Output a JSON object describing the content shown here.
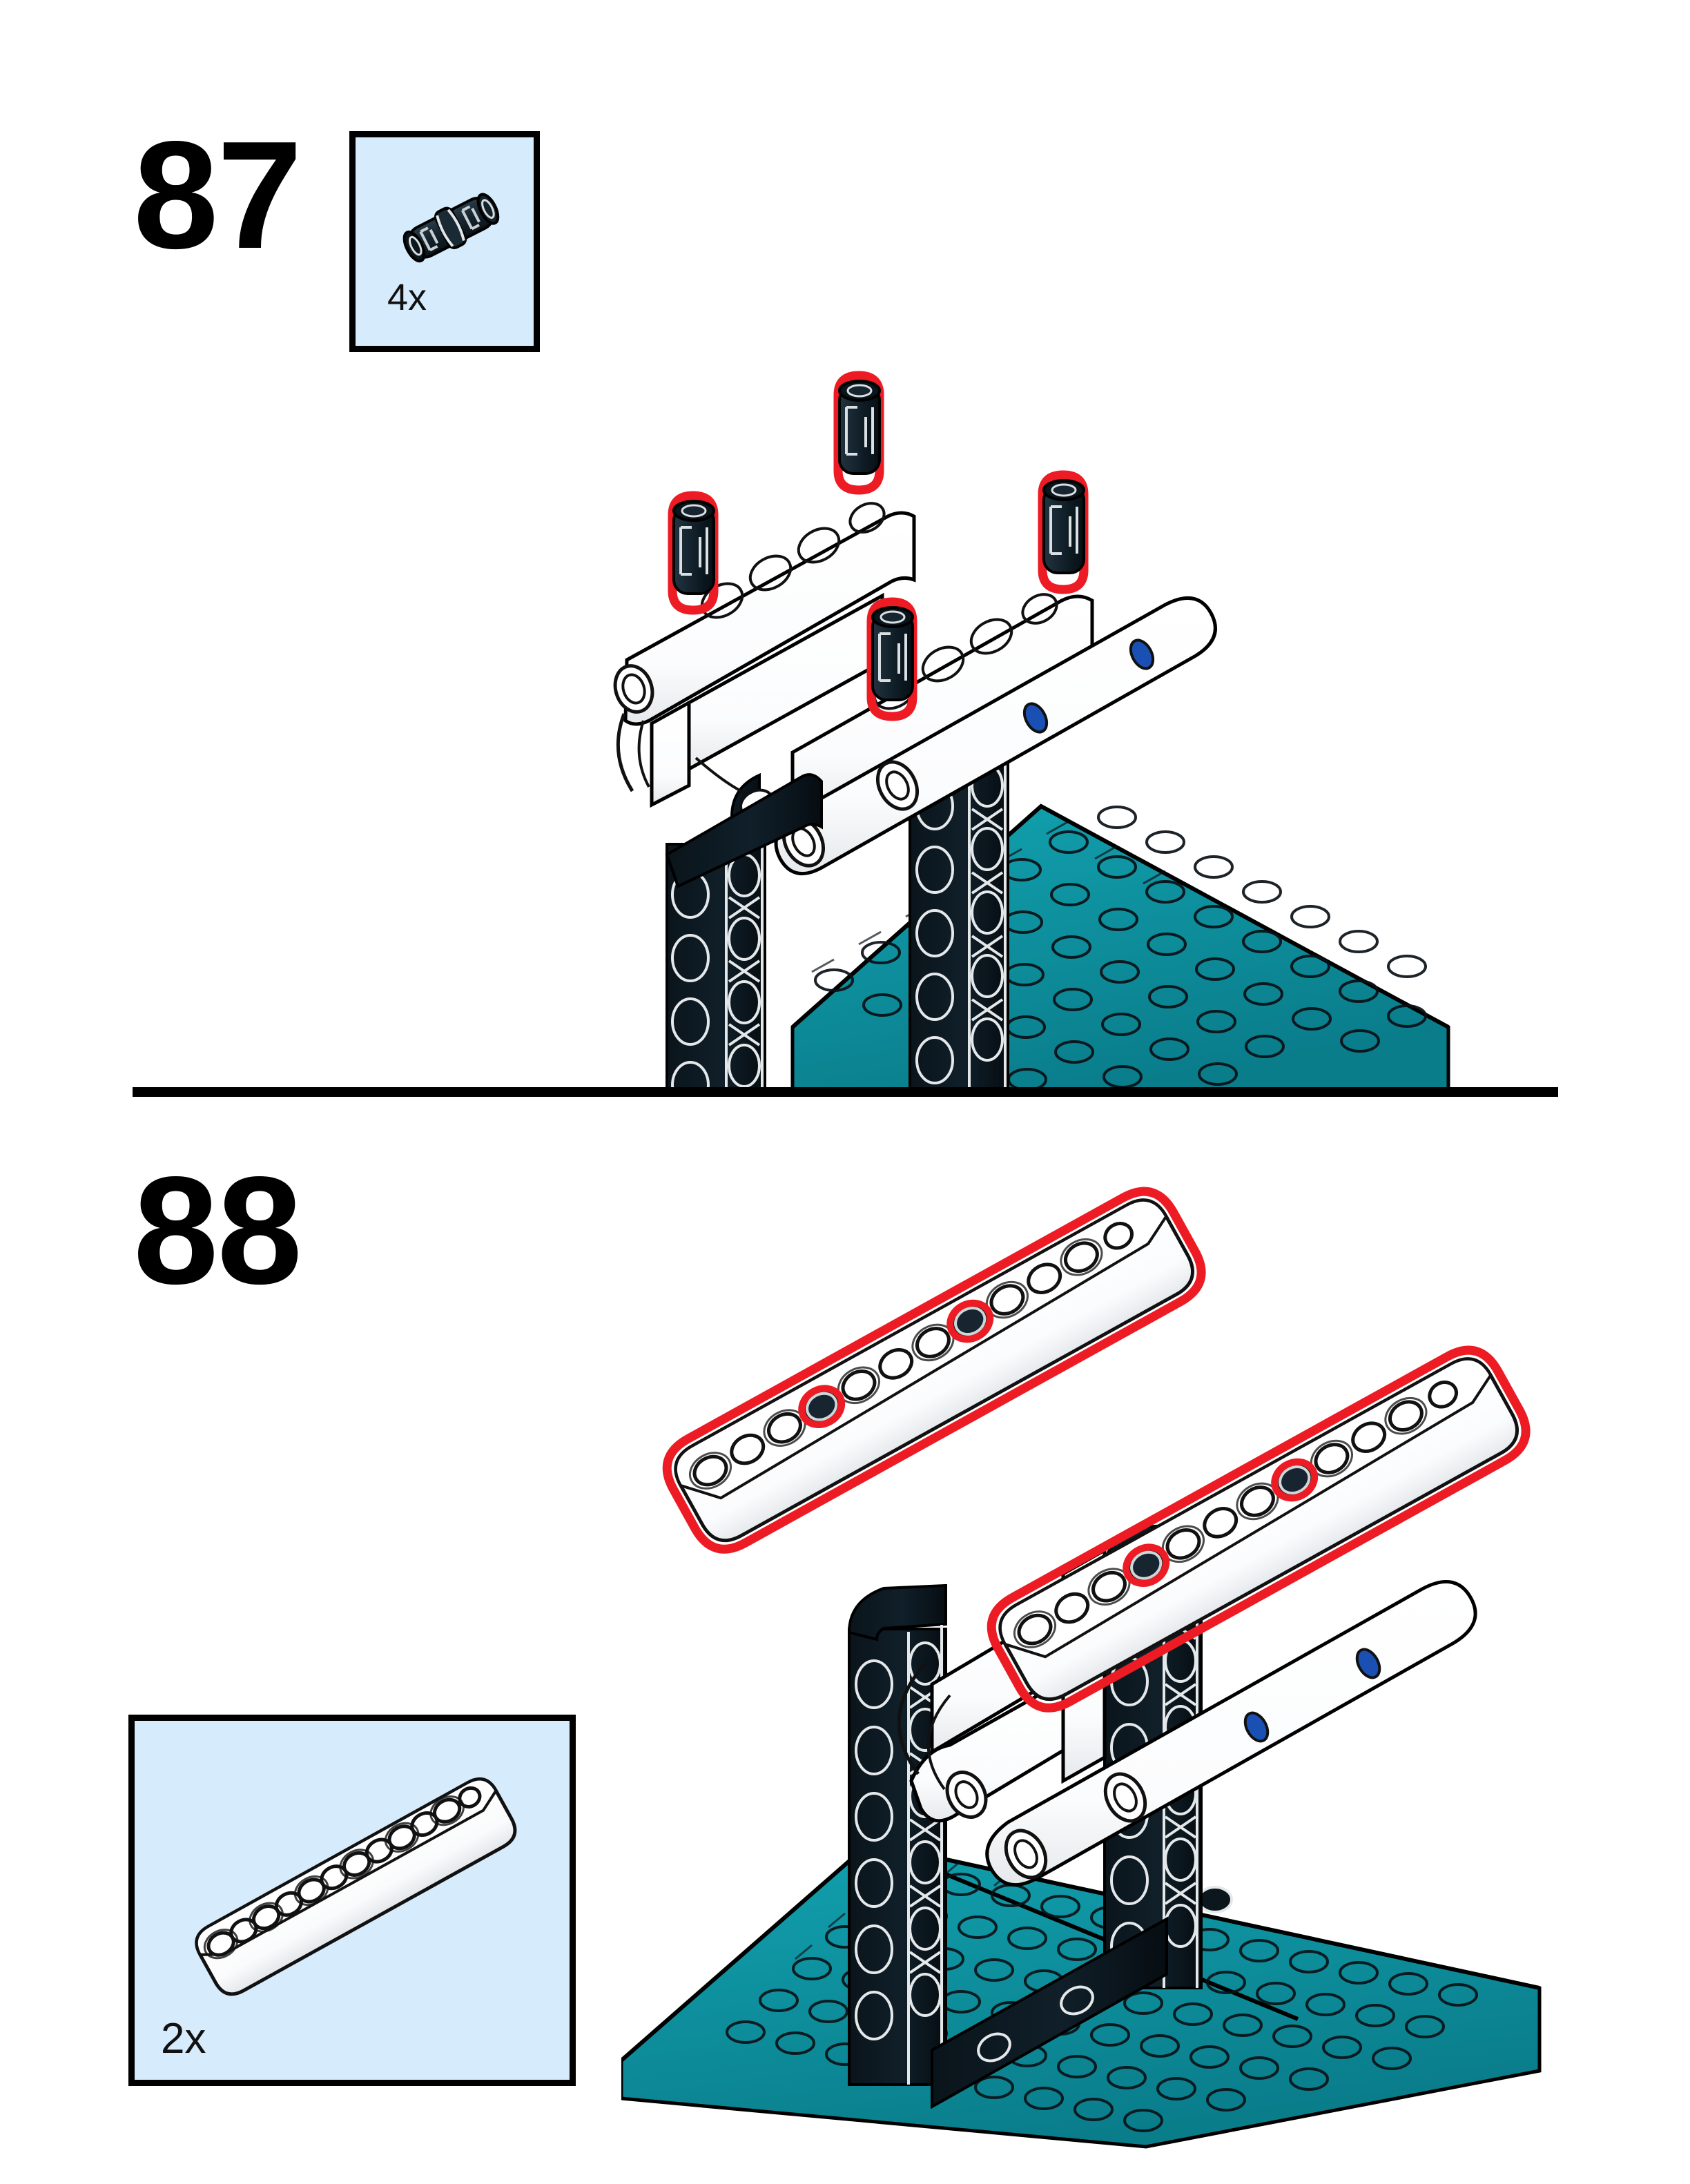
{
  "document": {
    "type": "lego-building-instructions",
    "page_background": "#ffffff"
  },
  "colors": {
    "callout_box_fill": "#d6ebfb",
    "callout_box_border": "#000000",
    "highlight_outline": "#ed1c24",
    "baseplate_teal": "#0d919e",
    "baseplate_teal_dark": "#0a7a86",
    "beam_black": "#0d1b22",
    "beam_white": "#ffffff",
    "pin_blue": "#1a50b4",
    "step_number_color": "#000000",
    "divider_color": "#000000"
  },
  "steps": [
    {
      "id": "step-87",
      "number": "87",
      "parts_callout": {
        "count_label": "4x",
        "part_name": "axle-pin-connector",
        "part_color": "black",
        "box_fill": "#d6ebfb"
      },
      "assembly": {
        "description": "White technic frame with four black axle pin connectors highlighted in red, supported by two black beams standing on a teal baseplate",
        "highlighted_parts": 4,
        "highlight_color": "#ed1c24"
      }
    },
    {
      "id": "step-88",
      "number": "88",
      "parts_callout": {
        "count_label": "2x",
        "part_name": "technic-liftarm-13-holes",
        "part_color": "white",
        "hole_count": 13,
        "box_fill": "#d6ebfb"
      },
      "assembly": {
        "description": "Two white 13-hole technic liftarms highlighted in red being attached to the white frame, supported by black beams standing on a teal baseplate",
        "highlighted_parts": 2,
        "highlight_color": "#ed1c24"
      }
    }
  ],
  "divider": {
    "present": true,
    "orientation": "horizontal"
  }
}
